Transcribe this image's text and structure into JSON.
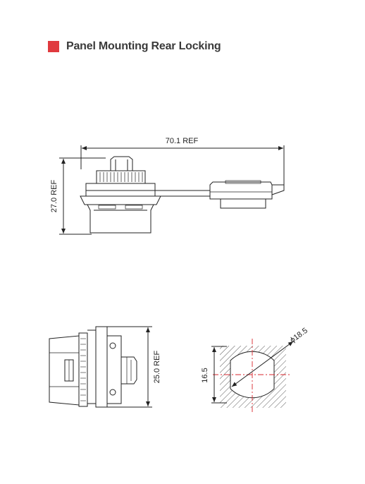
{
  "header": {
    "title": "Panel Mounting Rear Locking",
    "marker_color": "#e03a3e"
  },
  "side_view": {
    "width_label": "70.1 REF",
    "height_label": "27.0 REF"
  },
  "front_view": {
    "height_label": "25.0 REF"
  },
  "panel_cutout": {
    "diameter_label": "ϕ18.5",
    "flat_label": "16.5",
    "centerline_color": "#d9262c"
  }
}
